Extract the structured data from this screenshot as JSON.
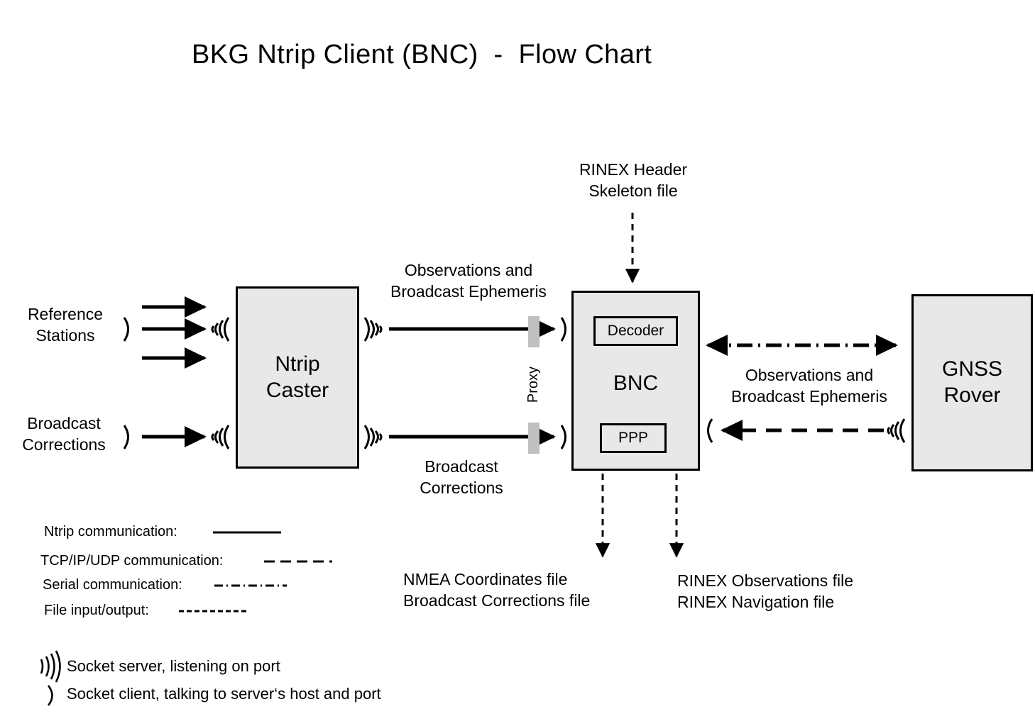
{
  "title": "BKG Ntrip Client (BNC)  -  Flow Chart",
  "nodes": {
    "reference_stations": "Reference\nStations",
    "broadcast_corrections_src": "Broadcast\nCorrections",
    "ntrip_caster": "Ntrip\nCaster",
    "bnc": "BNC",
    "decoder": "Decoder",
    "ppp": "PPP",
    "gnss_rover": "GNSS\nRover",
    "proxy": "Proxy"
  },
  "flow_labels": {
    "rinex_header_skeleton": "RINEX Header\nSkeleton file",
    "observations_ephemeris_left": "Observations and\nBroadcast Ephemeris",
    "broadcast_corrections_mid": "Broadcast\nCorrections",
    "observations_ephemeris_right": "Observations and\nBroadcast Ephemeris",
    "nmea_output": "NMEA Coordinates file\nBroadcast Corrections file",
    "rinex_output": "RINEX Observations file\nRINEX Navigation file"
  },
  "legend": {
    "items": [
      {
        "label": "Ntrip communication:",
        "style": "solid"
      },
      {
        "label": "TCP/IP/UDP communication:",
        "style": "dashed"
      },
      {
        "label": "Serial communication:",
        "style": "dash-dot"
      },
      {
        "label": "File input/output:",
        "style": "dotted-short"
      }
    ],
    "sockets": [
      {
        "icon": "socket-server-icon",
        "label": "Socket server, listening on port"
      },
      {
        "icon": "socket-client-icon",
        "label": "Socket client, talking to server‘s host and port"
      }
    ]
  },
  "colors": {
    "box_fill": "#e8e8e8",
    "box_border": "#000000",
    "proxy_bar": "#c0c0c0",
    "background": "#ffffff",
    "text": "#000000"
  }
}
